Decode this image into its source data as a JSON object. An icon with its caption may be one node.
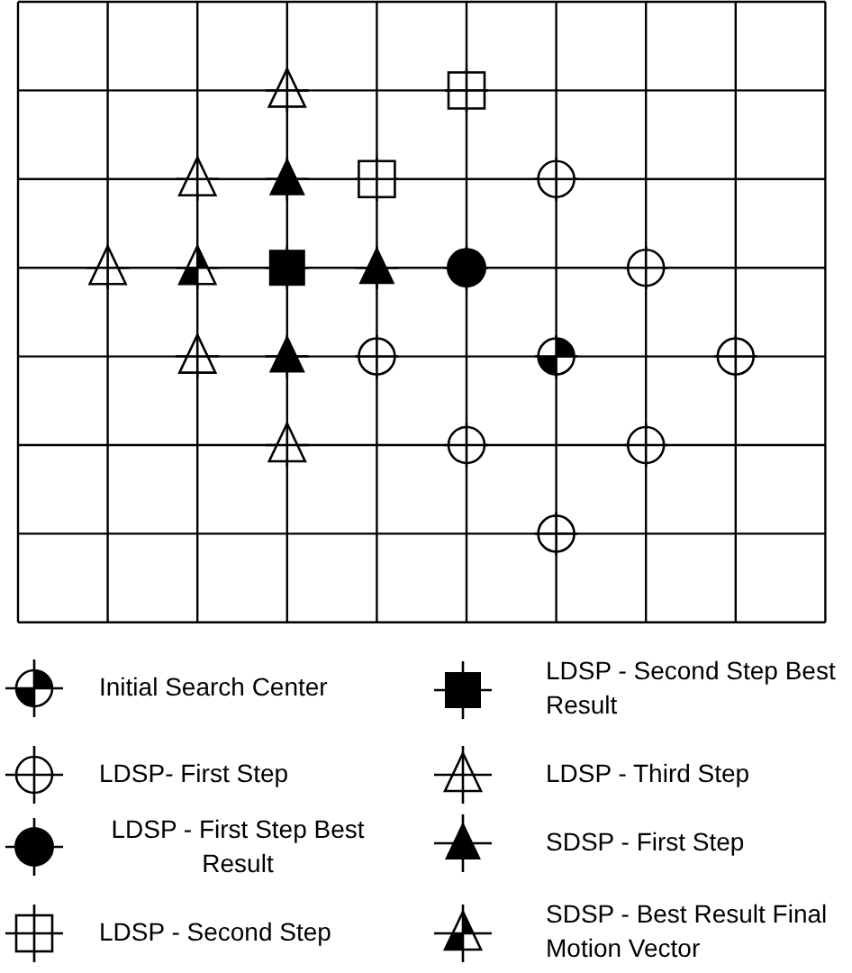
{
  "diagram": {
    "legend": [
      {
        "text": "Initial Search Center"
      },
      {
        "text": "LDSP- First Step"
      },
      {
        "text": "LDSP - First Step Best Result"
      },
      {
        "text": "LDSP - Second Step"
      },
      {
        "text": "LDSP - Second Step Best Result"
      },
      {
        "text": "LDSP - Third Step"
      },
      {
        "text": "SDSP - First Step"
      },
      {
        "text": "SDSP - Best Result Final Motion Vector"
      }
    ]
  }
}
